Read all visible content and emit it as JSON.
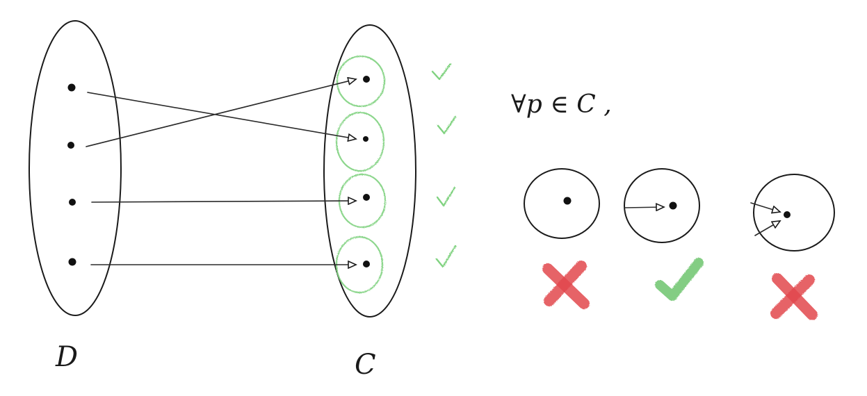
{
  "colors": {
    "ink": "#1a1a1a",
    "good": "#6cc46c",
    "bad": "#e2484e"
  },
  "labels": {
    "domain_set": "D",
    "codomain_set": "C",
    "quantifier": "∀p ∈ C ,"
  },
  "icons": {
    "check": "check-icon",
    "cross": "cross-icon"
  },
  "mapping": {
    "domain_points": 4,
    "codomain_points": 4,
    "arrows": [
      [
        0,
        1
      ],
      [
        1,
        0
      ],
      [
        2,
        2
      ],
      [
        3,
        3
      ]
    ],
    "codomain_checks": [
      true,
      true,
      true,
      true
    ]
  },
  "cases": [
    {
      "incoming_arrows": 0,
      "verdict": "cross"
    },
    {
      "incoming_arrows": 1,
      "verdict": "check"
    },
    {
      "incoming_arrows": 2,
      "verdict": "cross"
    }
  ]
}
